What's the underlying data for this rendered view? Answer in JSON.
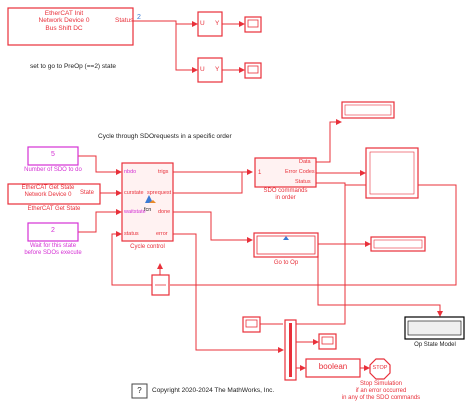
{
  "colors": {
    "line": "#e8303a",
    "block_fill": "#fff2f2",
    "magenta": "#d431d4",
    "accent": "#3a7bd5",
    "text": "#222222"
  },
  "init_block": {
    "lines": [
      "EtherCAT Init",
      "Network Device 0",
      "Bus Shift DC"
    ],
    "port_status": "Status"
  },
  "signal_marker": "2",
  "subsystem_ports": {
    "in": "U",
    "out": "Y"
  },
  "preop_note": "set to go to PreOp (==2) state",
  "cycle_note": "Cycle through SDOrequests in a specific order",
  "const_sdo": {
    "value": "5",
    "caption": "Number of SDO to do"
  },
  "get_state": {
    "lines": [
      "EtherCAT Get State",
      "Network Device 0"
    ],
    "port": "State",
    "caption": "EtherCAT Get State"
  },
  "const_wait": {
    "value": "2",
    "caption": [
      "Wait for this state",
      "before SDOs execute"
    ]
  },
  "cycle_control": {
    "inputs": [
      "nbdo",
      "curstate",
      "waitstate",
      "status"
    ],
    "outputs": [
      "trigs",
      "sprequest",
      "done",
      "error"
    ],
    "fcn": "fcn",
    "caption": "Cycle control"
  },
  "sdo_block": {
    "ports": [
      "Data",
      "Error Codes",
      "Status"
    ],
    "in_marker": "1",
    "caption": [
      "SDO commands",
      "in order"
    ]
  },
  "goto_op": {
    "caption": "Go to Op"
  },
  "stop": {
    "label": "STOP",
    "caption": [
      "Stop Simulation",
      "if an error occurred",
      "in any of the SDO commands"
    ]
  },
  "boolean_block": "boolean",
  "op_state_model": {
    "caption": "Op State Model"
  },
  "help_icon": "?",
  "copyright": "Copyright 2020-2024 The MathWorks, Inc."
}
